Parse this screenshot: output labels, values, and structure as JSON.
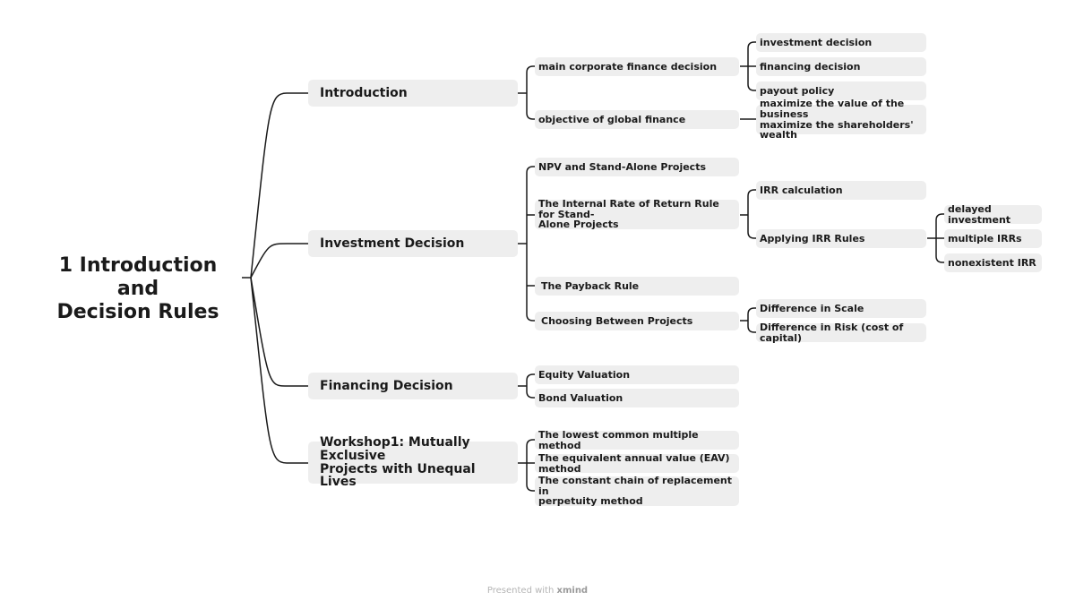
{
  "root": {
    "line1": "1 Introduction and",
    "line2": "Decision Rules"
  },
  "introduction": {
    "label": "Introduction",
    "main_decision": {
      "label": "main corporate finance decision",
      "children": [
        "investment decision",
        "financing decision",
        "payout policy"
      ]
    },
    "objective": {
      "label": "objective of global finance",
      "child_line1": "maximize the value of the business",
      "child_line2": "maximize the shareholders' wealth"
    }
  },
  "investment": {
    "label": "Investment Decision",
    "npv": "NPV and Stand-Alone Projects",
    "irr_rule": {
      "line1": "The Internal Rate of Return Rule for Stand-",
      "line2": "Alone Projects",
      "irr_calc": "IRR calculation",
      "applying": "Applying IRR Rules",
      "applying_children": [
        "delayed investment",
        "multiple IRRs",
        "nonexistent IRR"
      ]
    },
    "payback": "The Payback Rule",
    "choosing": {
      "label": "Choosing Between Projects",
      "children": [
        "Difference in Scale",
        "Difference in Risk (cost of capital)"
      ]
    }
  },
  "financing": {
    "label": "Financing Decision",
    "children": [
      "Equity Valuation",
      "Bond Valuation"
    ]
  },
  "workshop": {
    "line1": "Workshop1: Mutually Exclusive",
    "line2": "Projects with Unequal Lives",
    "children": [
      "The lowest common multiple method",
      "The equivalent annual value (EAV) method"
    ],
    "constant_line1": "The constant chain of replacement in",
    "constant_line2": "perpetuity method"
  },
  "footer": {
    "prefix": "Presented with",
    "brand": "xmind"
  }
}
